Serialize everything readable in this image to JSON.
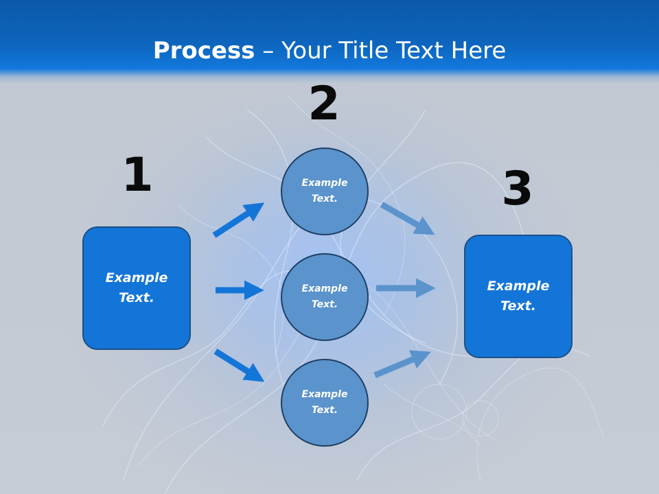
{
  "title": {
    "bold": "Process",
    "rest": " – Your Title Text Here"
  },
  "steps": {
    "one": {
      "number": "1",
      "label": "Example\nText."
    },
    "two": {
      "number": "2",
      "circles": [
        "Example\nText.",
        "Example\nText.",
        "Example\nText."
      ]
    },
    "three": {
      "number": "3",
      "label": "Example\nText."
    }
  },
  "colors": {
    "header": "#0d66bf",
    "box_fill": "#1475d8",
    "circle_fill": "#5b93cc",
    "arrow_left": "#1475d8",
    "arrow_right": "#5b93cc"
  }
}
